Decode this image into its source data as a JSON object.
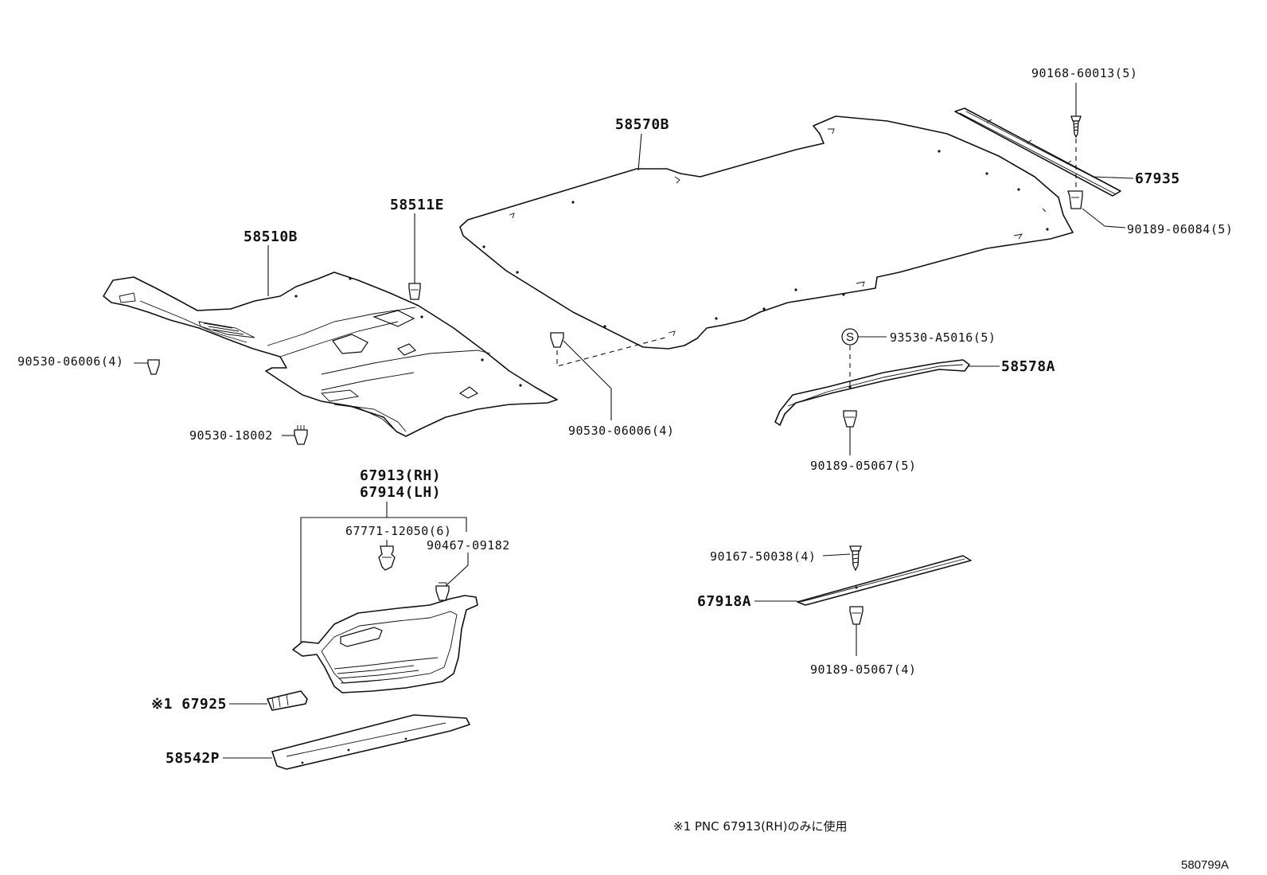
{
  "labels": {
    "p58570B": "58570B",
    "p90168": "90168-60013(5)",
    "p67935": "67935",
    "p90189_06084": "90189-06084(5)",
    "p58511E": "58511E",
    "p58510B": "58510B",
    "p90530_06006_left": "90530-06006(4)",
    "p90530_18002": "90530-18002",
    "p90530_06006_mid": "90530-06006(4)",
    "p93530": "93530-A5016(5)",
    "p58578A": "58578A",
    "p90189_05067_a": "90189-05067(5)",
    "p67913": "67913(RH)",
    "p67914": "67914(LH)",
    "p67771": "67771-12050(6)",
    "p90467": "90467-09182",
    "p90167": "90167-50038(4)",
    "p67918A": "67918A",
    "p90189_05067_b": "90189-05067(4)",
    "p67925": "※1 67925",
    "p58542P": "58542P"
  },
  "symbols": {
    "s_mark": "S"
  },
  "footnote": "※1 PNC 67913(RH)のみに使用",
  "diagram_id": "580799A"
}
